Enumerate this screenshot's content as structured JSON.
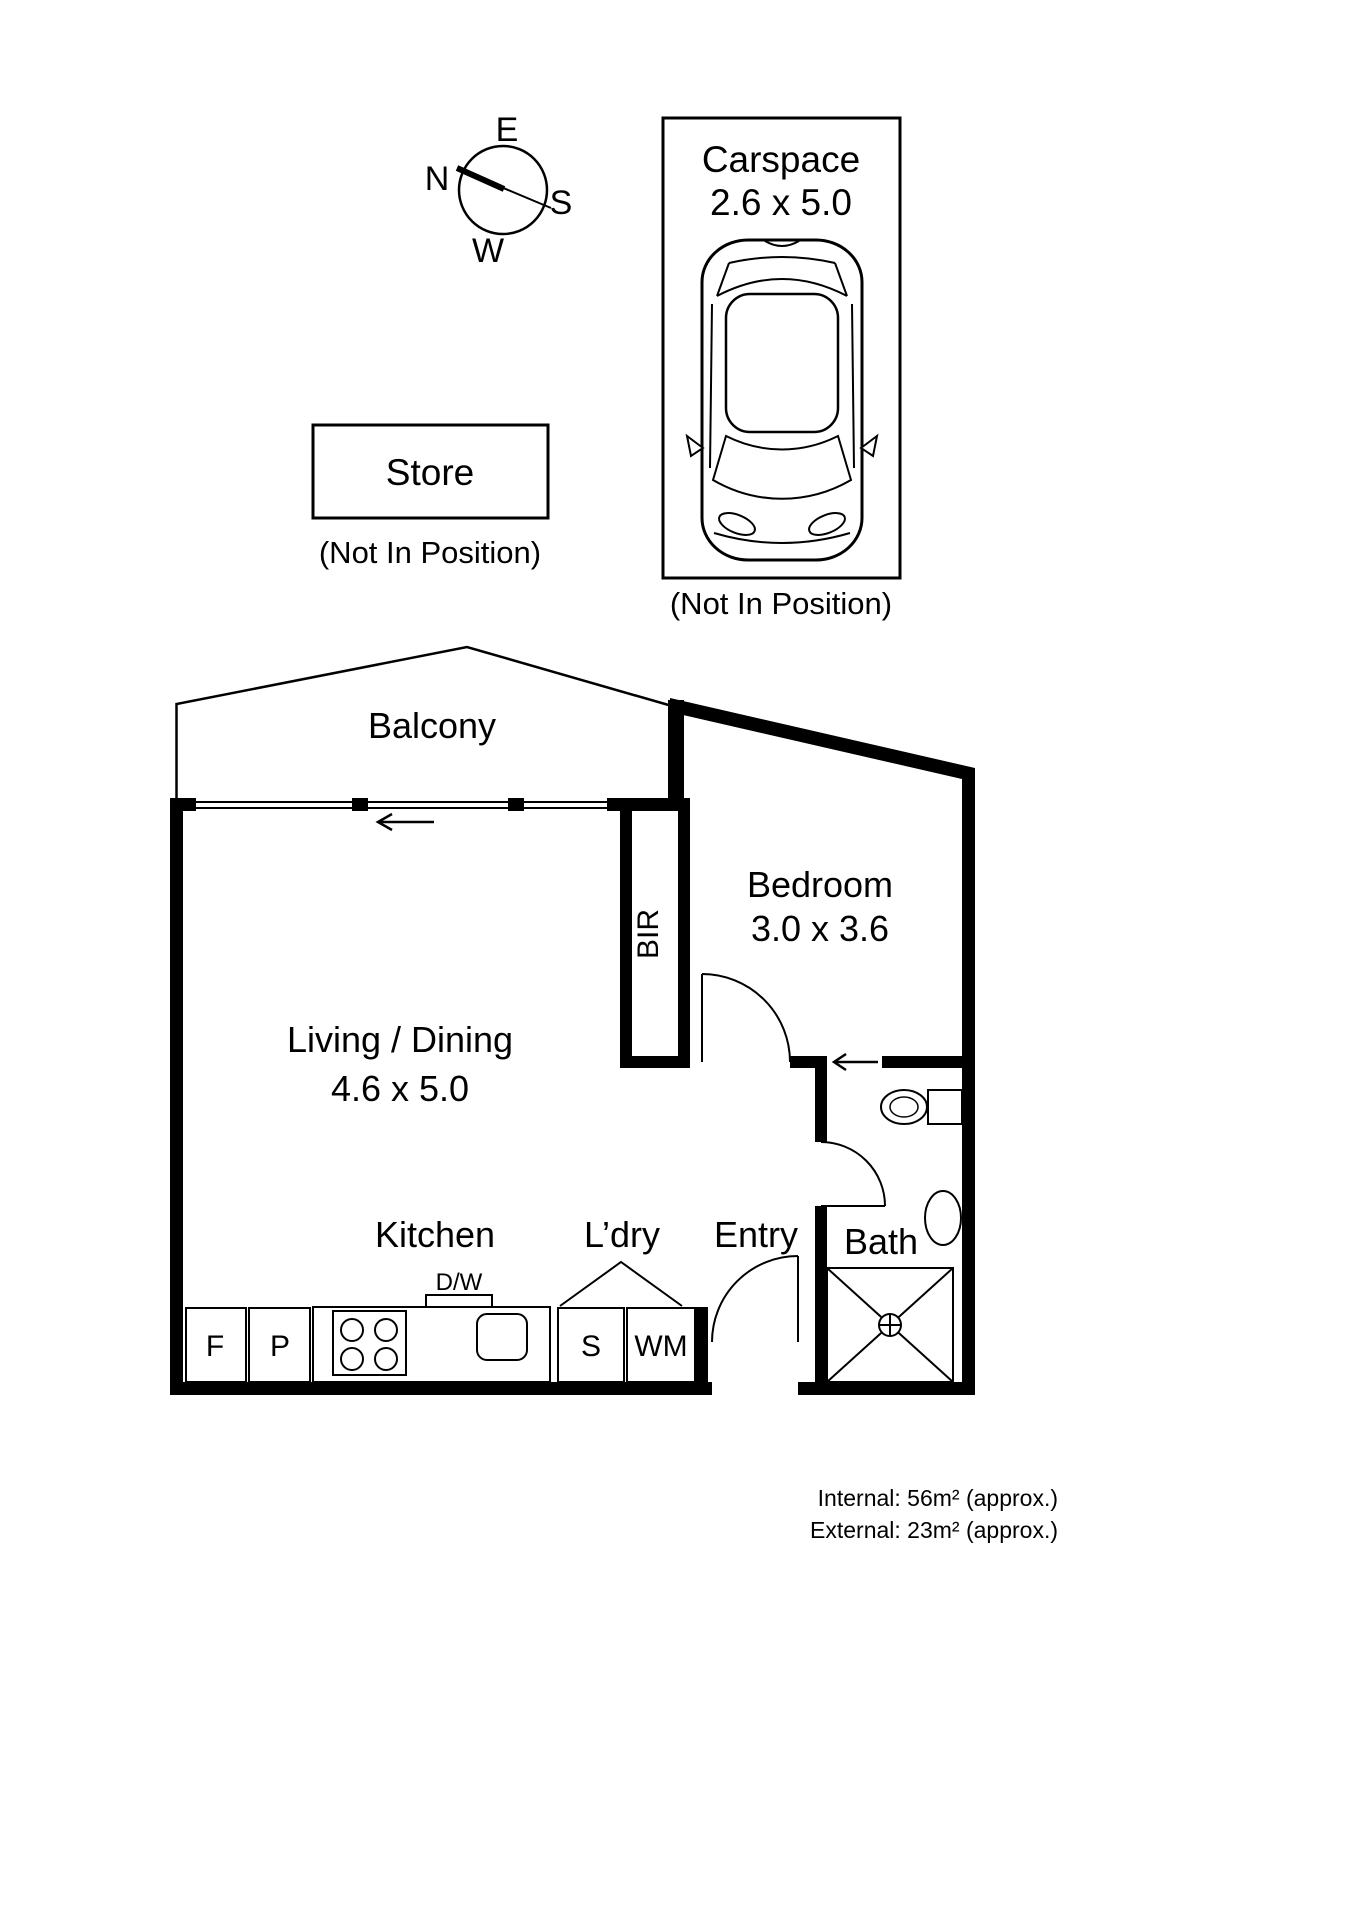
{
  "compass": {
    "east": "E",
    "north": "N",
    "south": "S",
    "west": "W"
  },
  "carspace": {
    "title": "Carspace",
    "dimensions": "2.6 x 5.0",
    "note": "(Not In Position)"
  },
  "store": {
    "title": "Store",
    "note": "(Not In Position)"
  },
  "rooms": {
    "balcony": {
      "label": "Balcony"
    },
    "living_dining": {
      "label": "Living / Dining",
      "dimensions": "4.6 x 5.0"
    },
    "bedroom": {
      "label": "Bedroom",
      "dimensions": "3.0 x 3.6"
    },
    "bir": {
      "label": "BIR"
    },
    "kitchen": {
      "label": "Kitchen",
      "dishwasher_label": "D/W",
      "fridge_label": "F",
      "pantry_label": "P"
    },
    "laundry": {
      "label": "L’dry",
      "sink_label": "S",
      "washer_label": "WM"
    },
    "entry": {
      "label": "Entry"
    },
    "bath": {
      "label": "Bath"
    }
  },
  "areas": {
    "internal": "Internal: 56m² (approx.)",
    "external": "External: 23m² (approx.)"
  },
  "colors": {
    "ink": "#000000",
    "background": "#ffffff"
  }
}
